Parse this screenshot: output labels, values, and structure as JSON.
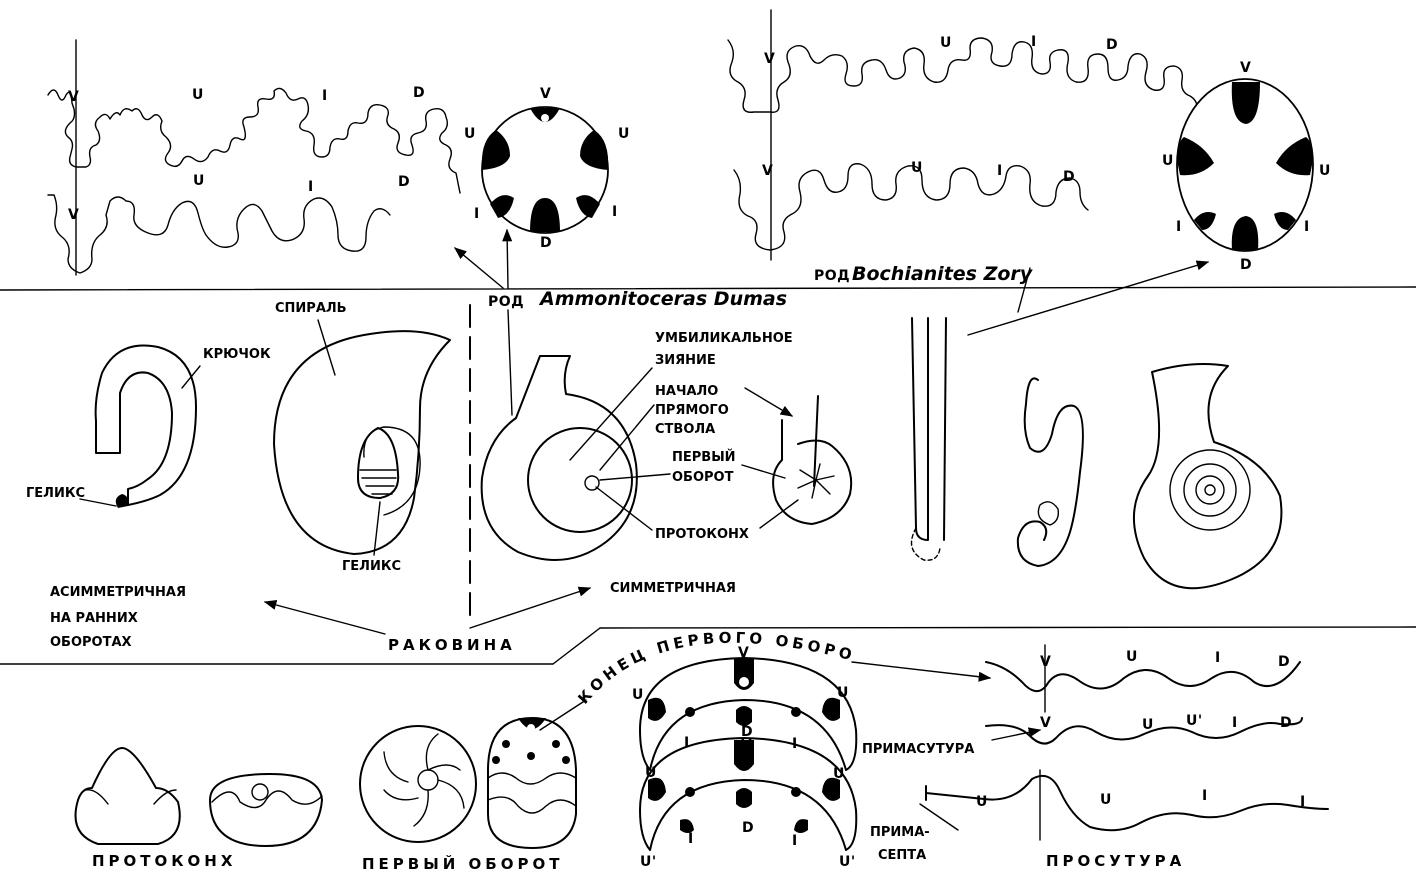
{
  "sutures": {
    "V": "V",
    "U": "U",
    "U_prime": "U'",
    "I": "I",
    "D": "D"
  },
  "genus": {
    "rod": "РОД",
    "ammonitoceras": "Ammonitoceras Dumas",
    "bochianites": "Bochianites Zory"
  },
  "shell_labels": {
    "hook": "КРЮЧОК",
    "spiral": "СПИРАЛЬ",
    "helix": "ГЕЛИКС",
    "umbilical_1": "УМБИЛИКАЛЬНОЕ",
    "umbilical_2": "ЗИЯНИЕ",
    "straight_1": "НАЧАЛО",
    "straight_2": "ПРЯМОГО",
    "straight_3": "СТВОЛА",
    "first_turn_1": "ПЕРВЫЙ",
    "first_turn_2": "ОБОРОТ",
    "protoconch": "ПРОТОКОНХ",
    "asym_1": "АСИММЕТРИЧНАЯ",
    "asym_2": "НА РАННИХ",
    "asym_3": "ОБОРОТАХ",
    "symmetric": "СИММЕТРИЧНАЯ",
    "shell": "РАКОВИНА"
  },
  "bottom_labels": {
    "protoconch": "ПРОТОКОНХ",
    "first_turn": "ПЕРВЫЙ ОБОРОТ",
    "end_first_turn": "КОНЕЦ ПЕРВОГО ОБОРОТА",
    "primasutura": "ПРИМАСУТУРА",
    "primasepta_1": "ПРИМА-",
    "primasepta_2": "СЕПТА",
    "prosutura": "ПРОСУТУРА"
  }
}
